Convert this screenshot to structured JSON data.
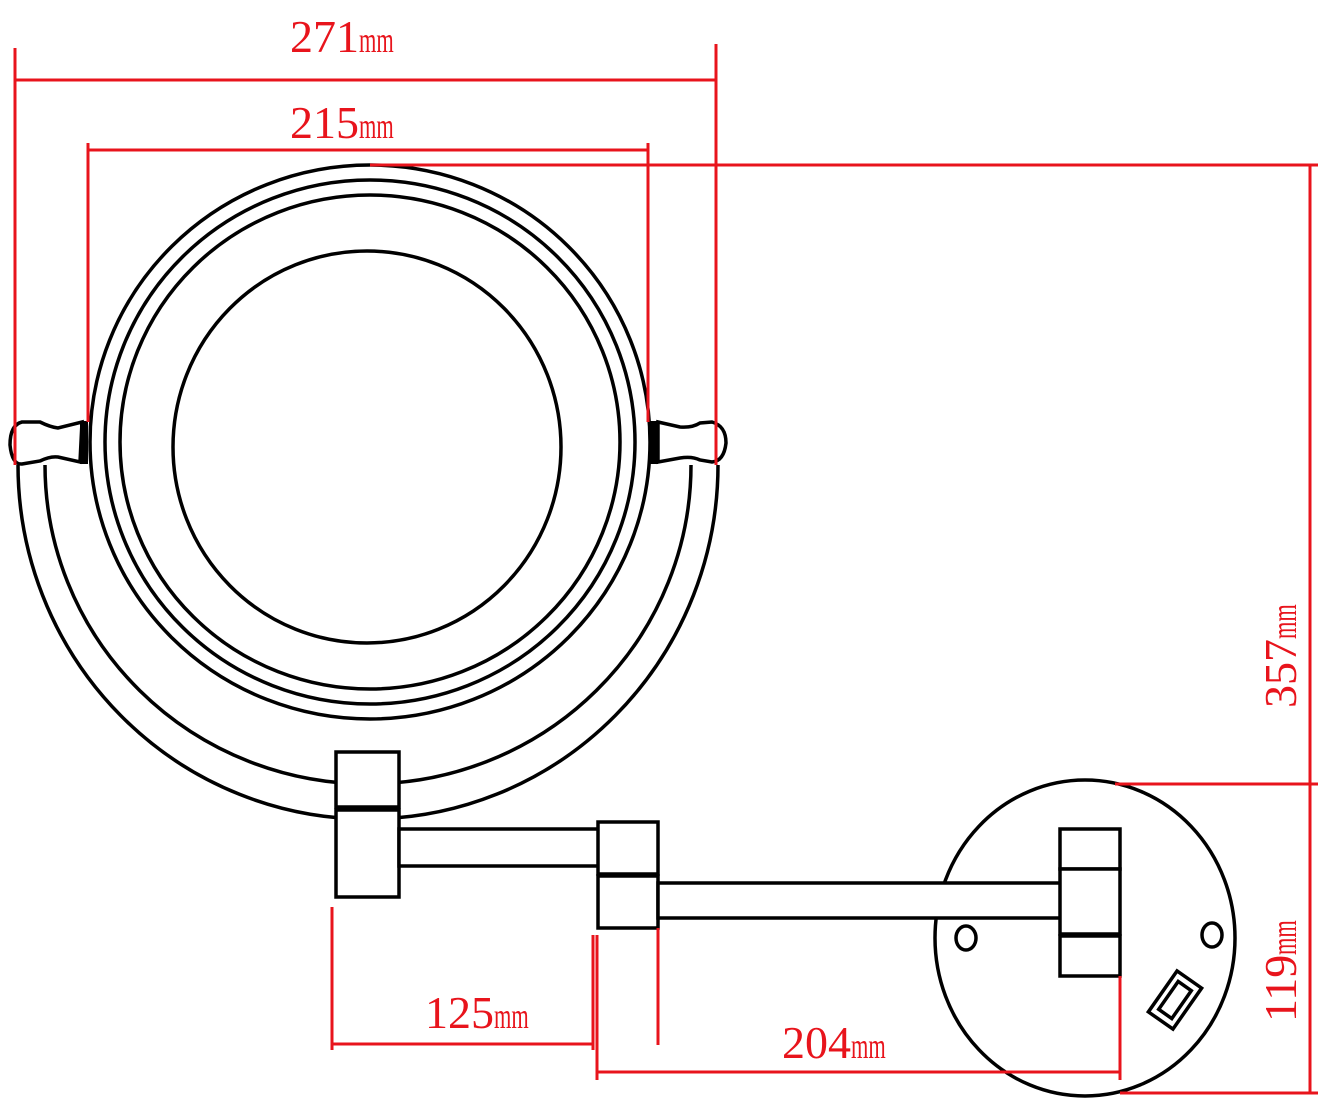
{
  "diagram": {
    "subject": "Wall-mounted extendable round mirror with folding arm",
    "line_color": "#000000",
    "dimension_color": "#e8141c",
    "background": "#ffffff"
  },
  "dimensions": {
    "overall_width": {
      "value": "271",
      "unit": "mm",
      "label": "271mm"
    },
    "mirror_diameter": {
      "value": "215",
      "unit": "mm",
      "label": "215mm"
    },
    "overall_height": {
      "value": "357",
      "unit": "mm",
      "label": "357mm"
    },
    "wall_plate_diameter": {
      "value": "119",
      "unit": "mm",
      "label": "119mm"
    },
    "first_arm_length": {
      "value": "125",
      "unit": "mm",
      "label": "125mm"
    },
    "second_arm_length": {
      "value": "204",
      "unit": "mm",
      "label": "204mm"
    }
  }
}
